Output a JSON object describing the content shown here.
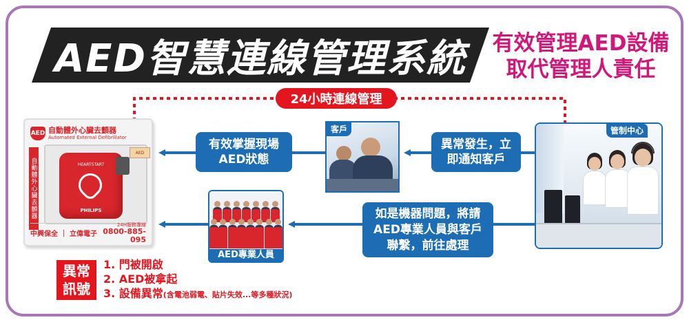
{
  "title": "AED智慧連線管理系統",
  "slogan": [
    "有效管理AED設備",
    "取代管理人責任"
  ],
  "connection_label": "24小時連線管理",
  "cabinet": {
    "brand_cn": "自動體外心臟去顫器",
    "brand_en": "Automated External Defibrillator",
    "side_text": "自動體外心臟去顫器",
    "unit_brand": "HEARTSTART",
    "unit_maker": "PHILIPS",
    "corp": "中興保全 ｜ 立偉電子",
    "hotline_label": "24H服務專線",
    "hotline_number": "0800-885-095"
  },
  "nodes": {
    "customer": "客戶",
    "control_center": "管制中心",
    "staff": "AED專業人員"
  },
  "messages": {
    "grasp": [
      "有效掌握現場",
      "AED狀態"
    ],
    "notify": [
      "異常發生，立",
      "即通知客戶"
    ],
    "machine": [
      "如是機器問題，將請",
      "AED專業人員與客戶",
      "聯繫，前往處理"
    ]
  },
  "alarm": {
    "label": [
      "異常",
      "訊號"
    ],
    "items": [
      {
        "main": "1. 門被開啟",
        "note": ""
      },
      {
        "main": "2. AED被拿起",
        "note": ""
      },
      {
        "main": "3. 設備異常",
        "note": "(含電池弱電、貼片失效...等多種狀況)"
      }
    ]
  },
  "colors": {
    "frame": "#a877b8",
    "banner": "#222222",
    "slogan": "#d0177a",
    "red": "#e3161f",
    "blue": "#1c6db4"
  }
}
